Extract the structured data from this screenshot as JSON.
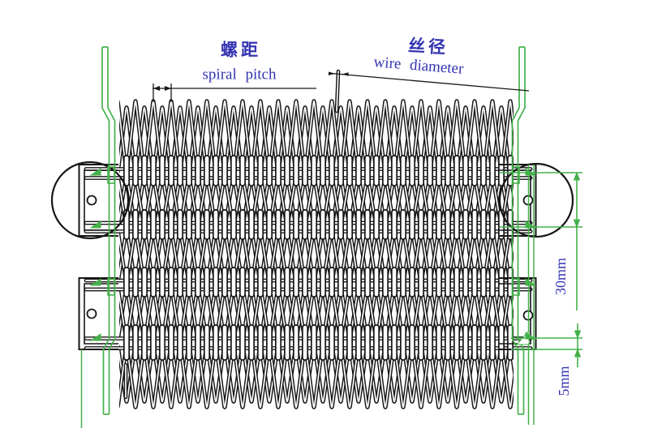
{
  "labels": {
    "pitch_cn": "螺距",
    "pitch_en": "spiral pitch",
    "wire_cn": "丝径",
    "wire_en": "wire diameter",
    "dim_row_spacing": "30mm",
    "dim_rod_gap": "5mm"
  },
  "colors": {
    "annotation_blue": "#3434b2",
    "frame_green": "#45b14b",
    "wire_black": "#161616"
  }
}
